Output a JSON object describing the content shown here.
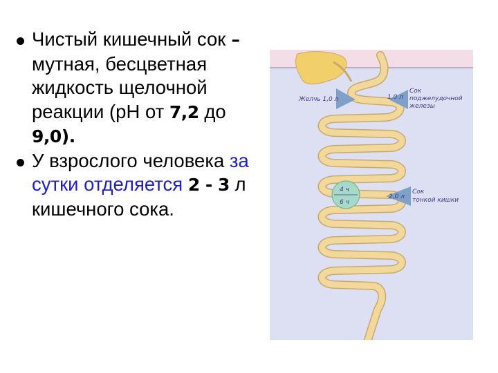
{
  "bullets": [
    {
      "p1": "Чистый кишечный сок",
      "dash": " – ",
      "p2": "мутная, бесцветная жидкость щелочной реакции (рН от ",
      "num1": "7,2",
      "p3": " до ",
      "num2": "9,0",
      "p4": ")."
    },
    {
      "p1": "У взрослого человека ",
      "blue1": "за сутки отделяется ",
      "num": "2 - 3",
      "p2": " л кишечного сока."
    }
  ],
  "figure": {
    "bile_label": "Желчь 1,0 л",
    "pancreas_amount": "1,0 л",
    "pancreas_label_1": "Сок",
    "pancreas_label_2": "поджелудочной",
    "pancreas_label_3": "железы",
    "time_top": "4 ч",
    "time_bottom": "6 ч",
    "intestine_amount": "2,0 л",
    "intestine_label_1": "Сок",
    "intestine_label_2": "тонкой кишки",
    "colors": {
      "background": "#dde0f3",
      "intestine": "#f2d89a",
      "intestine_outline": "#c9a86a",
      "arrow": "#7fa0c8",
      "liver": "#f1cf6a",
      "circle": "#a6d9c6"
    }
  }
}
